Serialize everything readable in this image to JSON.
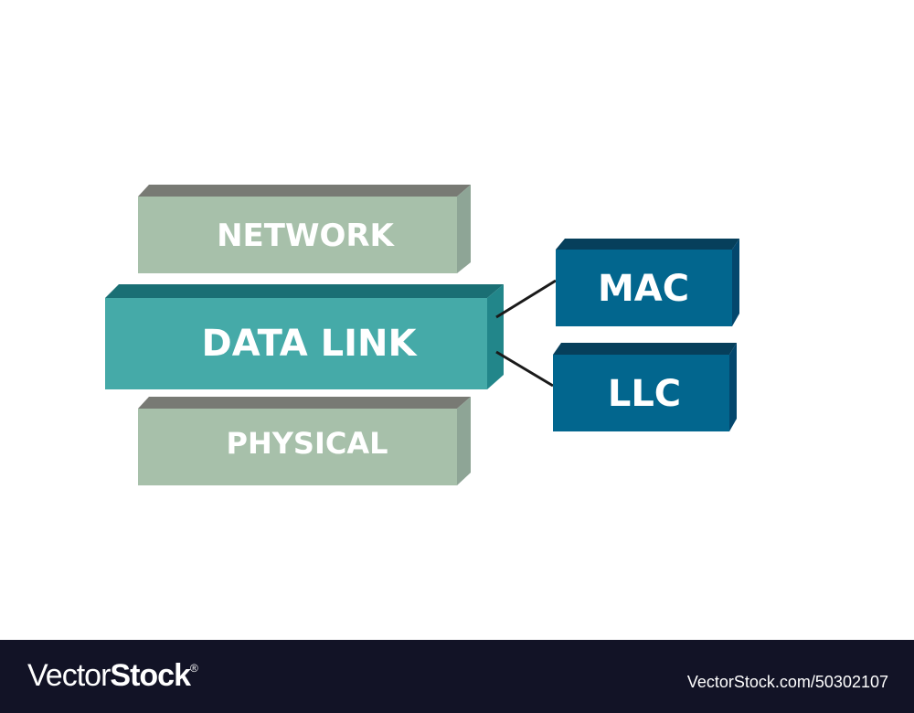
{
  "diagram": {
    "layers": {
      "network": "NETWORK",
      "data_link": "DATA LINK",
      "physical": "PHYSICAL"
    },
    "sublayers": {
      "mac": "MAC",
      "llc": "LLC"
    },
    "colors": {
      "layer_front": "#a7c0aa",
      "layer_top": "#787a74",
      "layer_side": "#8ea596",
      "datalink_front": "#45aaa8",
      "datalink_top": "#1a6f74",
      "datalink_side": "#22868a",
      "sublayer_front": "#02668e",
      "sublayer_top": "#063f5b",
      "sublayer_side": "#04476d"
    }
  },
  "footer": {
    "logo_thin": "Vector",
    "logo_bold": "Stock",
    "logo_mark": "®",
    "url": "VectorStock.com/50302107"
  }
}
